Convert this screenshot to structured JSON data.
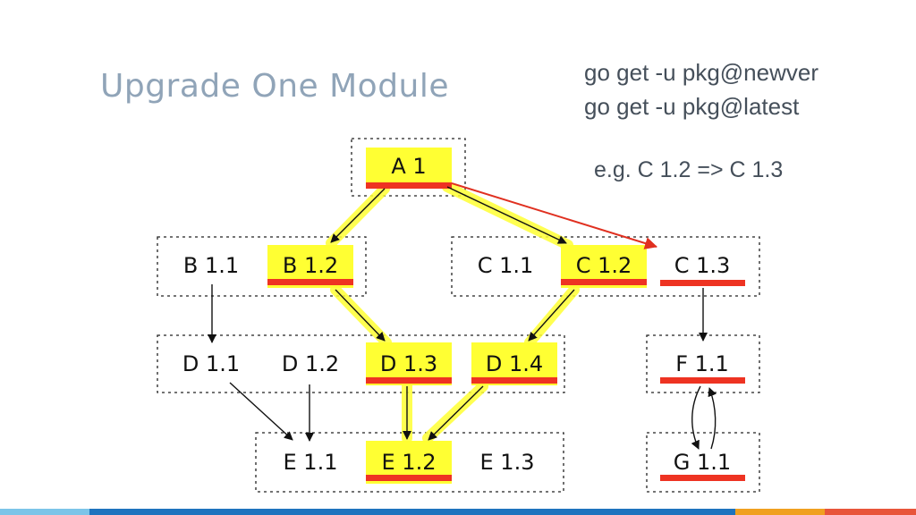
{
  "slide": {
    "title": "Upgrade One Module",
    "commands": [
      "go get -u pkg@newver",
      "go get -u pkg@latest"
    ],
    "example": "e.g. C 1.2 => C 1.3"
  },
  "diagram": {
    "nodes": {
      "a1": "A 1",
      "b11": "B 1.1",
      "b12": "B 1.2",
      "c11": "C 1.1",
      "c12": "C 1.2",
      "c13": "C 1.3",
      "d11": "D 1.1",
      "d12": "D 1.2",
      "d13": "D 1.3",
      "d14": "D 1.4",
      "f11": "F 1.1",
      "e11": "E 1.1",
      "e12": "E 1.2",
      "e13": "E 1.3",
      "g11": "G 1.1"
    }
  },
  "colors": {
    "title": "#90a4b8",
    "text": "#454f5a",
    "highlight": "#ffff33",
    "underline": "#ee3322",
    "footer": [
      "#7cc4e8",
      "#1e73be",
      "#f0a020",
      "#e8553a"
    ]
  }
}
